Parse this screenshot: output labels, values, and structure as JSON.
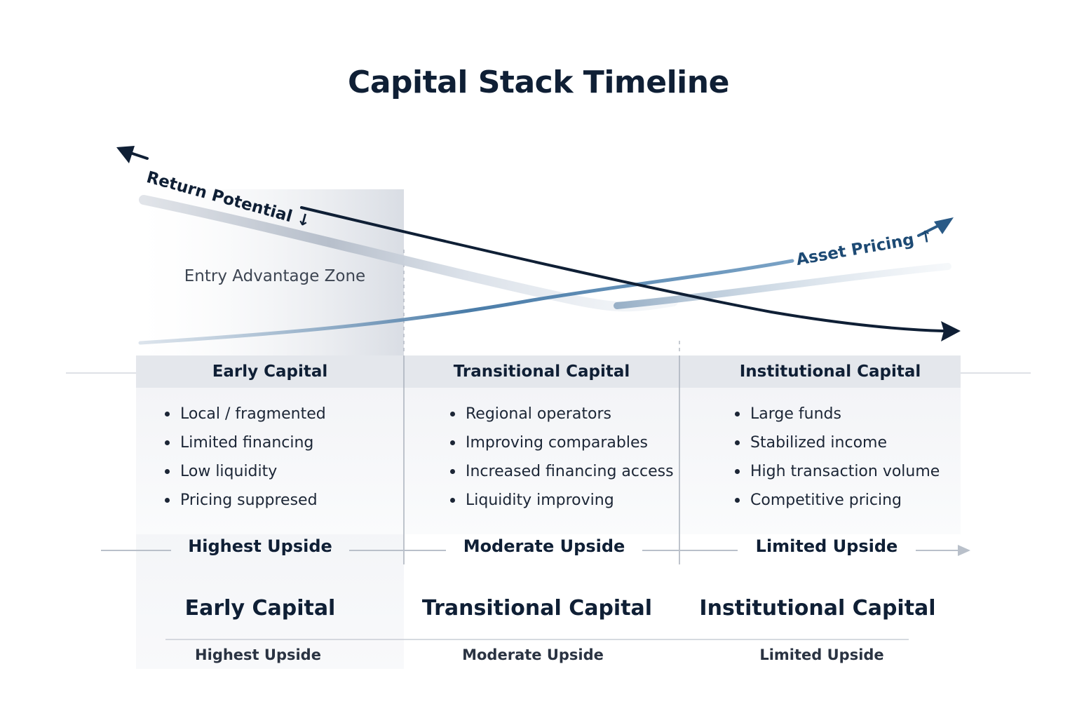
{
  "title": "Capital Stack Timeline",
  "curves": {
    "return_label": "Return Potential ↓",
    "pricing_label": "Asset Pricing ↑"
  },
  "zone_label": "Entry Advantage Zone",
  "columns": [
    {
      "header": "Early Capital",
      "bullets": [
        "Local / fragmented",
        "Limited financing",
        "Low liquidity",
        "Pricing suppresed"
      ],
      "upside": "Highest Upside",
      "summary_title": "Early Capital",
      "summary_upside": "Highest Upside"
    },
    {
      "header": "Transitional Capital",
      "bullets": [
        "Regional operators",
        "Improving comparables",
        "Increased financing access",
        "Liquidity improving"
      ],
      "upside": "Moderate Upside",
      "summary_title": "Transitional Capital",
      "summary_upside": "Moderate Upside"
    },
    {
      "header": "Institutional Capital",
      "bullets": [
        "Large funds",
        "Stabilized income",
        "High transaction volume",
        "Competitive pricing"
      ],
      "upside": "Limited Upside",
      "summary_title": "Institutional Capital",
      "summary_upside": "Limited Upside"
    }
  ],
  "colors": {
    "navy": "#0f1f35",
    "steel_blue": "#4a7ca8",
    "header_gray": "#e4e7ec",
    "panel_gray": "#f3f4f7"
  }
}
